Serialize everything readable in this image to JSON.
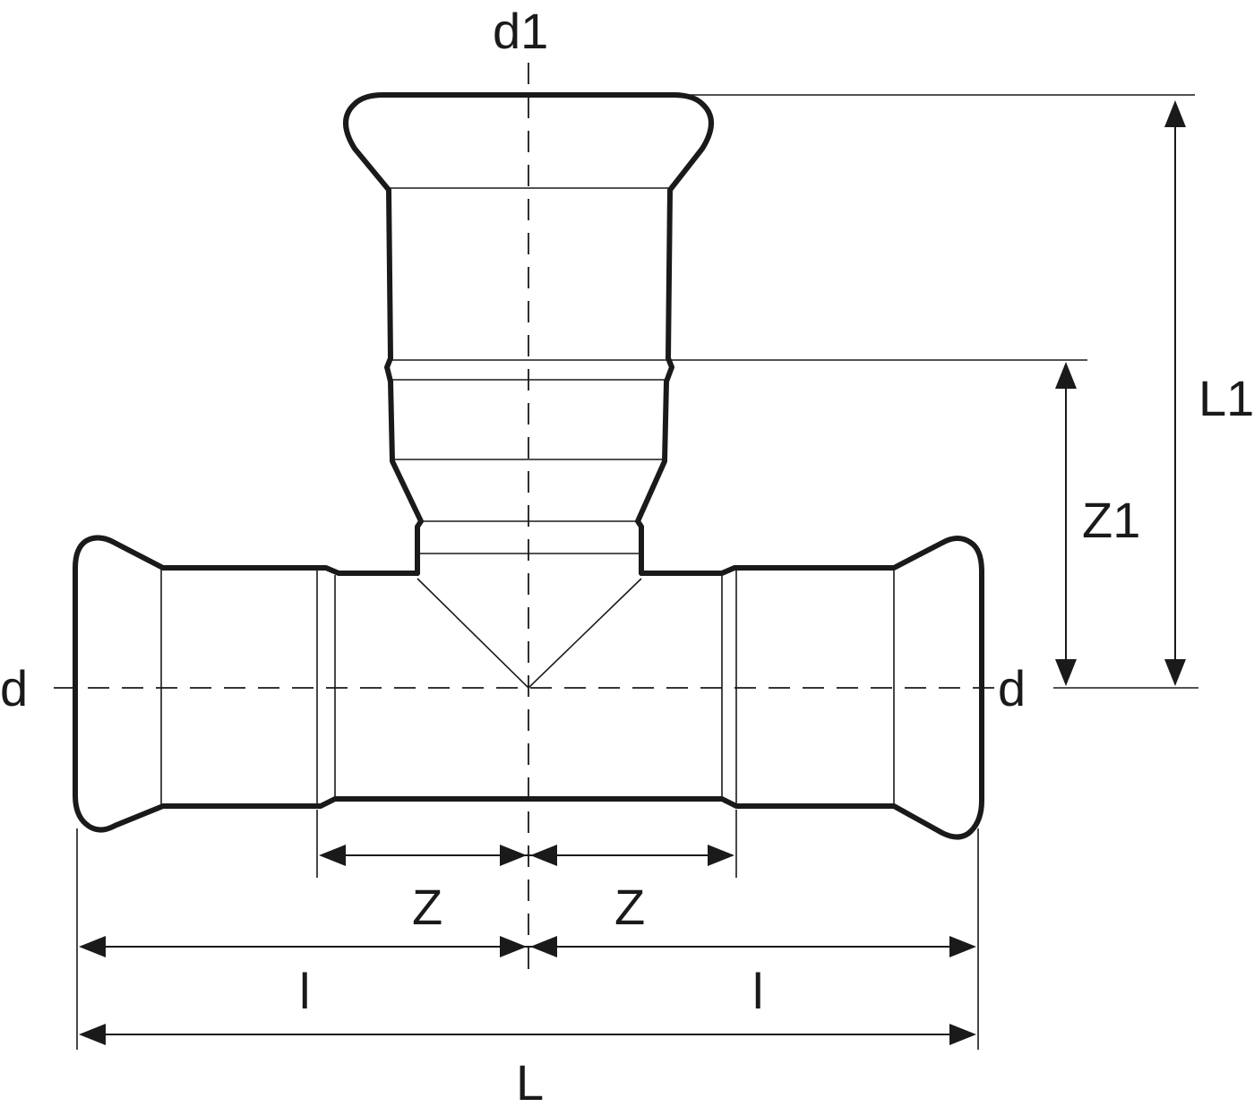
{
  "labels": {
    "d1": "d1",
    "d_left": "d",
    "d_right": "d",
    "L1": "L1",
    "Z1": "Z1",
    "Z_left": "Z",
    "Z_right": "Z",
    "l_left": "l",
    "l_right": "l",
    "L": "L"
  }
}
